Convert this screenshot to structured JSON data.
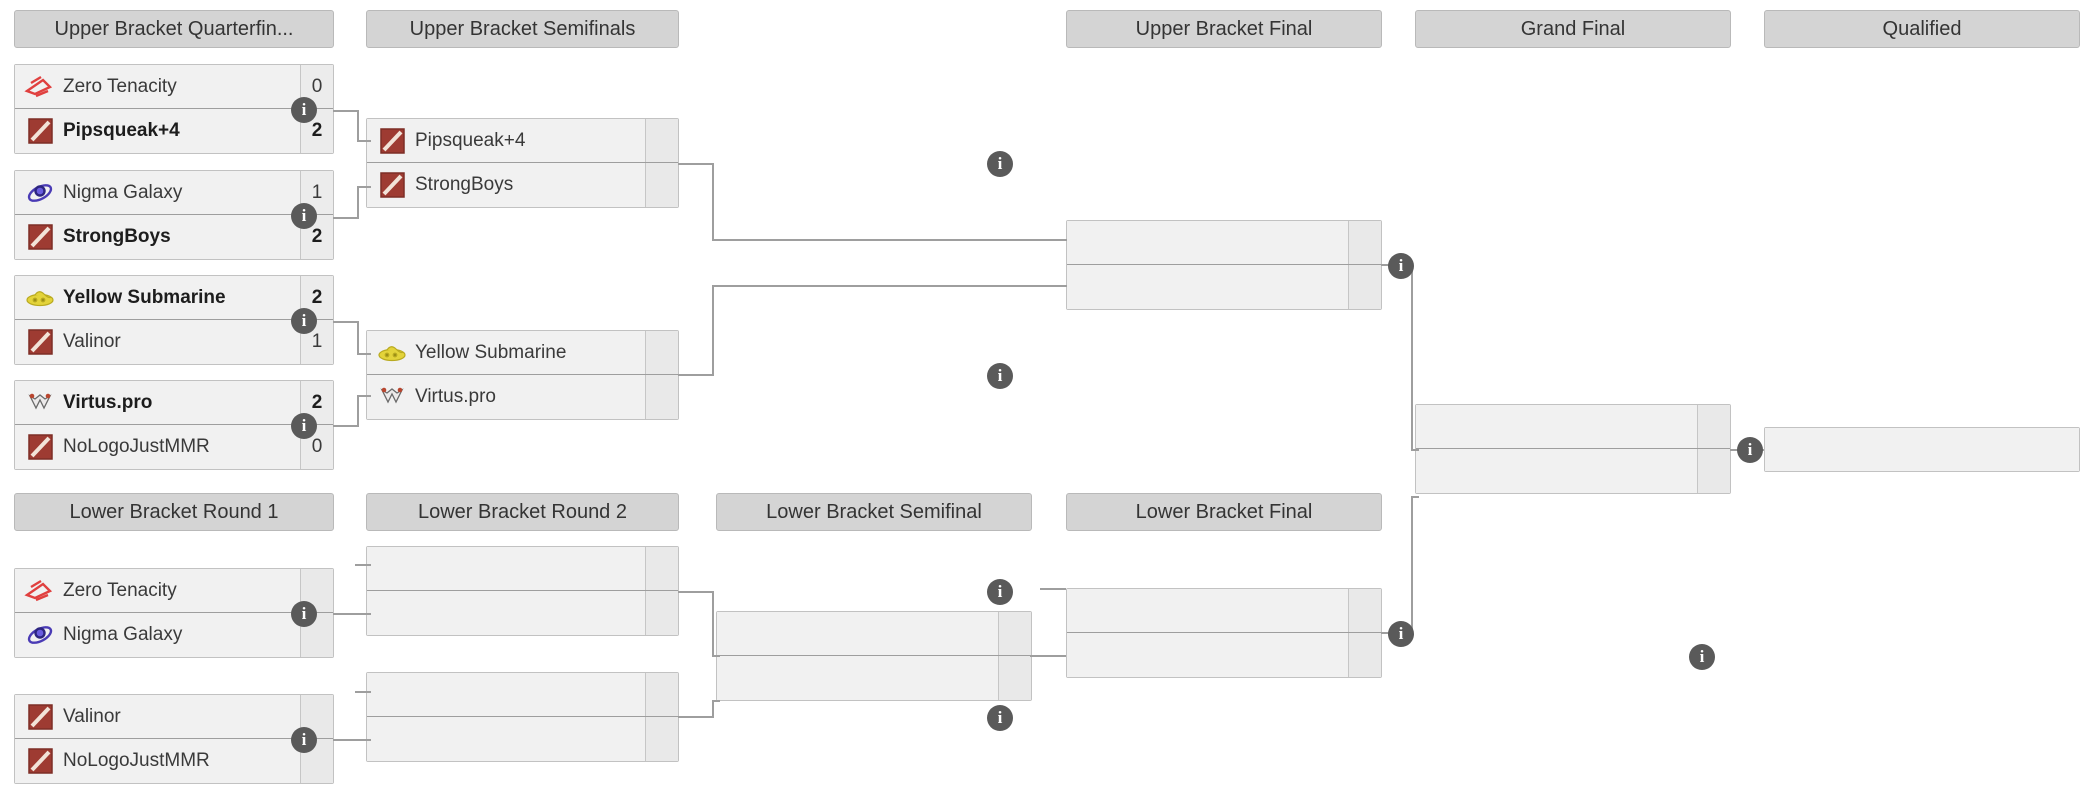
{
  "page": {
    "title": "Tournament Bracket",
    "info_glyph": "i",
    "colors": {
      "header_bg": "#d4d4d4",
      "header_border": "#b9b9b9",
      "match_bg": "#f1f1f1",
      "match_border": "#c2c2c2",
      "line": "#9e9e9e",
      "badge": "#5a5a5a",
      "text": "#3a3a3a"
    }
  },
  "rounds": [
    {
      "id": "ub-qf",
      "label": "Upper Bracket Quarterfin..."
    },
    {
      "id": "ub-sf",
      "label": "Upper Bracket Semifinals"
    },
    {
      "id": "ub-f",
      "label": "Upper Bracket Final"
    },
    {
      "id": "gf",
      "label": "Grand Final"
    },
    {
      "id": "qual",
      "label": "Qualified"
    },
    {
      "id": "lb-r1",
      "label": "Lower Bracket Round 1"
    },
    {
      "id": "lb-r2",
      "label": "Lower Bracket Round 2"
    },
    {
      "id": "lb-sf",
      "label": "Lower Bracket Semifinal"
    },
    {
      "id": "lb-f",
      "label": "Lower Bracket Final"
    }
  ],
  "matches": {
    "ubqf1": {
      "top": {
        "team": "Zero Tenacity",
        "score": "0",
        "winner": false,
        "logo": "zero-tenacity"
      },
      "bottom": {
        "team": "Pipsqueak+4",
        "score": "2",
        "winner": true,
        "logo": "dota-default"
      }
    },
    "ubqf2": {
      "top": {
        "team": "Nigma Galaxy",
        "score": "1",
        "winner": false,
        "logo": "nigma-galaxy"
      },
      "bottom": {
        "team": "StrongBoys",
        "score": "2",
        "winner": true,
        "logo": "dota-default"
      }
    },
    "ubqf3": {
      "top": {
        "team": "Yellow Submarine",
        "score": "2",
        "winner": true,
        "logo": "yellow-submarine"
      },
      "bottom": {
        "team": "Valinor",
        "score": "1",
        "winner": false,
        "logo": "dota-default"
      }
    },
    "ubqf4": {
      "top": {
        "team": "Virtus.pro",
        "score": "2",
        "winner": true,
        "logo": "virtus-pro"
      },
      "bottom": {
        "team": "NoLogoJustMMR",
        "score": "0",
        "winner": false,
        "logo": "dota-default"
      }
    },
    "ubsf1": {
      "top": {
        "team": "Pipsqueak+4",
        "score": "",
        "winner": false,
        "logo": "dota-default"
      },
      "bottom": {
        "team": "StrongBoys",
        "score": "",
        "winner": false,
        "logo": "dota-default"
      }
    },
    "ubsf2": {
      "top": {
        "team": "Yellow Submarine",
        "score": "",
        "winner": false,
        "logo": "yellow-submarine"
      },
      "bottom": {
        "team": "Virtus.pro",
        "score": "",
        "winner": false,
        "logo": "virtus-pro"
      }
    },
    "ubf": {
      "top": {
        "team": "",
        "score": "",
        "winner": false,
        "logo": "none"
      },
      "bottom": {
        "team": "",
        "score": "",
        "winner": false,
        "logo": "none"
      }
    },
    "gf": {
      "top": {
        "team": "",
        "score": "",
        "winner": false,
        "logo": "none"
      },
      "bottom": {
        "team": "",
        "score": "",
        "winner": false,
        "logo": "none"
      }
    },
    "qualified": {
      "top": {
        "team": "",
        "score": "",
        "winner": false,
        "logo": "none"
      }
    },
    "lbr1a": {
      "top": {
        "team": "Zero Tenacity",
        "score": "",
        "winner": false,
        "logo": "zero-tenacity"
      },
      "bottom": {
        "team": "Nigma Galaxy",
        "score": "",
        "winner": false,
        "logo": "nigma-galaxy"
      }
    },
    "lbr1b": {
      "top": {
        "team": "Valinor",
        "score": "",
        "winner": false,
        "logo": "dota-default"
      },
      "bottom": {
        "team": "NoLogoJustMMR",
        "score": "",
        "winner": false,
        "logo": "dota-default"
      }
    },
    "lbr2a": {
      "top": {
        "team": "",
        "score": "",
        "winner": false,
        "logo": "none"
      },
      "bottom": {
        "team": "",
        "score": "",
        "winner": false,
        "logo": "none"
      }
    },
    "lbr2b": {
      "top": {
        "team": "",
        "score": "",
        "winner": false,
        "logo": "none"
      },
      "bottom": {
        "team": "",
        "score": "",
        "winner": false,
        "logo": "none"
      }
    },
    "lbsf": {
      "top": {
        "team": "",
        "score": "",
        "winner": false,
        "logo": "none"
      },
      "bottom": {
        "team": "",
        "score": "",
        "winner": false,
        "logo": "none"
      }
    },
    "lbf": {
      "top": {
        "team": "",
        "score": "",
        "winner": false,
        "logo": "none"
      },
      "bottom": {
        "team": "",
        "score": "",
        "winner": false,
        "logo": "none"
      }
    }
  }
}
